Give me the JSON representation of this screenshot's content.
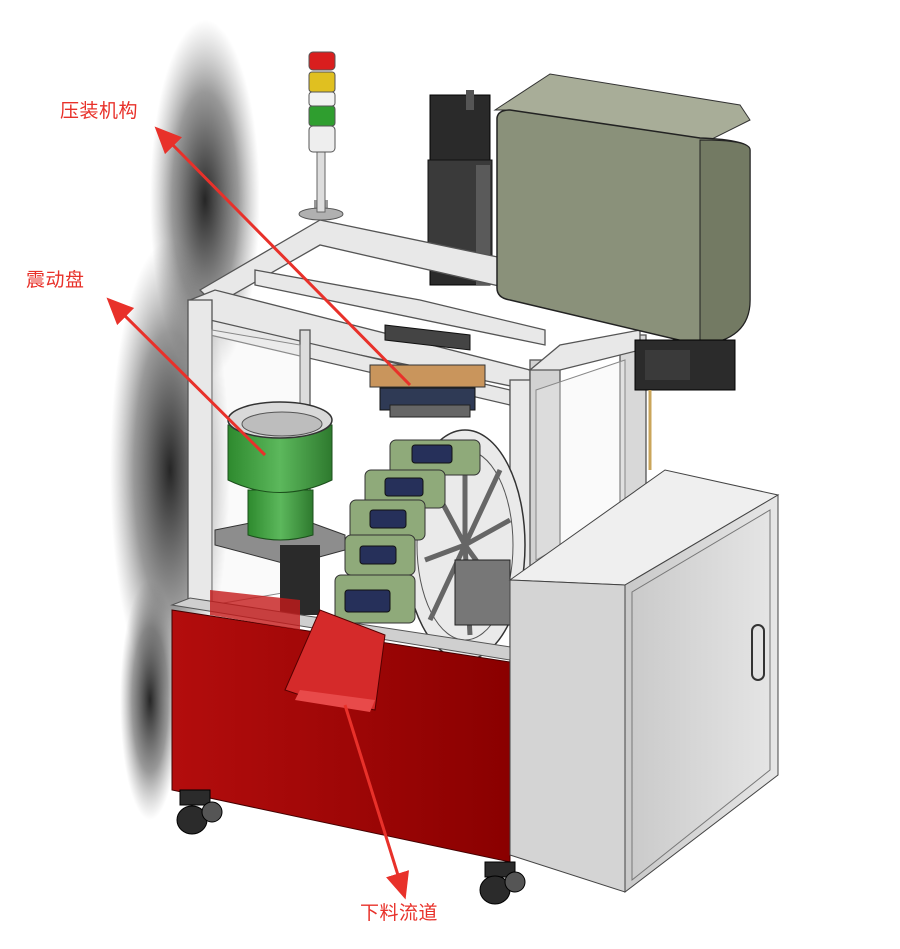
{
  "labels": {
    "press_mechanism": "压装机构",
    "vibratory_bowl": "震动盘",
    "discharge_chute": "下料流道"
  },
  "colors": {
    "annotation": "#e8312a",
    "frame_red": "#8b0000",
    "bowl_green": "#3d9a3d",
    "enclosure_grey": "#8c9478",
    "cabinet_grey": "#d9d9d9"
  }
}
